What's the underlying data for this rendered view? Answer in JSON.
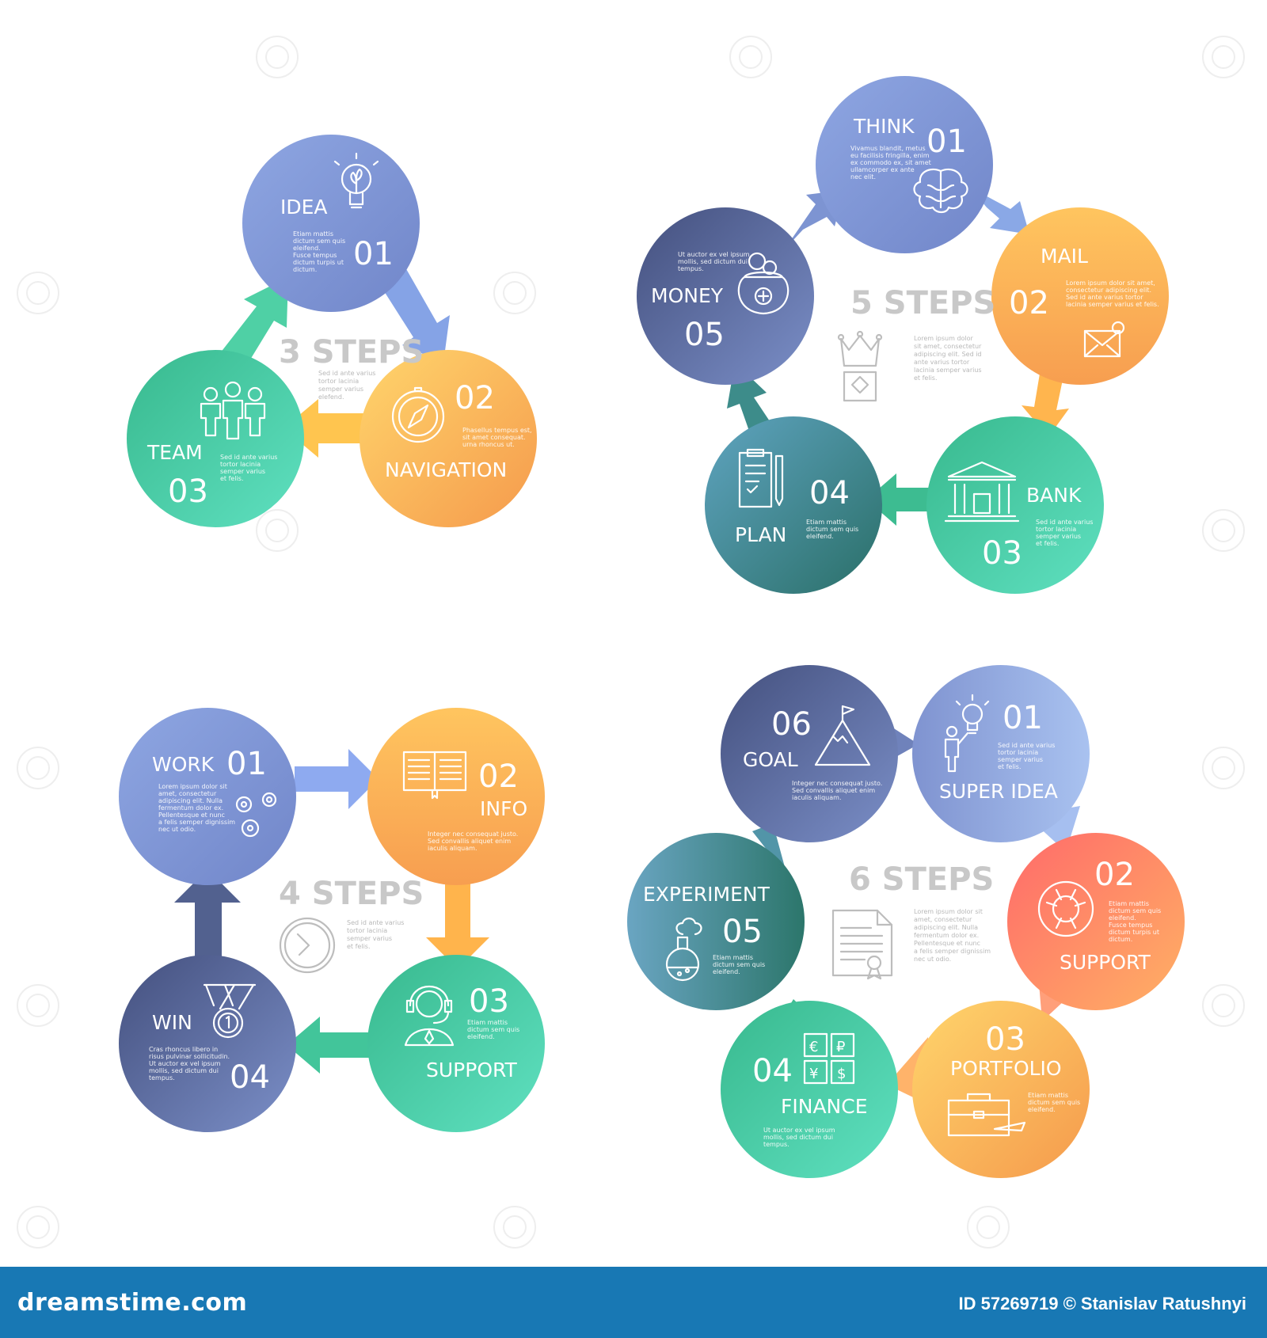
{
  "colors": {
    "blue_a": "#95ade6",
    "blue_b": "#7a8fd0",
    "orange_a": "#ffd36c",
    "orange_b": "#f7a24f",
    "green_a": "#4fd4a8",
    "green_b": "#3bb88f",
    "navy_a": "#4f5f92",
    "navy_b": "#7385bd",
    "teal_a": "#2e7d77",
    "teal_b": "#5ea3b5",
    "coral_a": "#ff6e6e",
    "coral_b": "#ffae62",
    "footer": "#1878b4"
  },
  "diagrams": {
    "three": {
      "title": "3 STEPS",
      "center_text": [
        "Sed id ante varius",
        "tortor lacinia",
        "semper varius",
        "elefend."
      ],
      "steps": [
        {
          "label": "IDEA",
          "num": "01",
          "icon": "lightbulb-plant-icon",
          "text": [
            "Etiam mattis",
            "dictum sem quis",
            "eleifend.",
            "Fusce tempus",
            "dictum turpis ut",
            "dictum."
          ]
        },
        {
          "label": "NAVIGATION",
          "num": "02",
          "icon": "compass-icon",
          "text": [
            "Phasellus tempus est,",
            "sit amet consequat.",
            "urna rhoncus ut."
          ]
        },
        {
          "label": "TEAM",
          "num": "03",
          "icon": "people-icon",
          "text": [
            "Sed id ante varius",
            "tortor lacinia",
            "semper varius",
            "et felis."
          ]
        }
      ]
    },
    "five": {
      "title": "5 STEPS",
      "center_text": [
        "Lorem ipsum dolor",
        "sit amet, consectetur",
        "adipiscing elit. Sed id",
        "ante varius tortor",
        "lacinia semper varius",
        "et felis."
      ],
      "steps": [
        {
          "label": "THINK",
          "num": "01",
          "icon": "brain-icon",
          "text": [
            "Vivamus blandit, metus",
            "eu facilisis fringilla, enim",
            "ex commodo ex, sit amet",
            "ullamcorper ex ante",
            "nec elit."
          ]
        },
        {
          "label": "MAIL",
          "num": "02",
          "icon": "envelope-icon",
          "text": [
            "Lorem ipsum dolor sit amet,",
            "consectetur adipiscing elit.",
            "Sed id ante varius tortor",
            "lacinia semper varius et felis."
          ]
        },
        {
          "label": "BANK",
          "num": "03",
          "icon": "bank-icon",
          "text": [
            "Sed id ante varius",
            "tortor lacinia",
            "semper varius",
            "et felis."
          ]
        },
        {
          "label": "PLAN",
          "num": "04",
          "icon": "clipboard-icon",
          "text": [
            "Etiam mattis",
            "dictum sem quis",
            "eleifend."
          ]
        },
        {
          "label": "MONEY",
          "num": "05",
          "icon": "purse-icon",
          "text": [
            "Ut auctor ex vel ipsum",
            "mollis, sed dictum dui",
            "tempus."
          ]
        }
      ]
    },
    "four": {
      "title": "4 STEPS",
      "center_text": [
        "Sed id ante varius",
        "tortor lacinia",
        "semper varius",
        "et felis."
      ],
      "steps": [
        {
          "label": "WORK",
          "num": "01",
          "icon": "gears-icon",
          "text": [
            "Lorem ipsum dolor sit",
            "amet, consectetur",
            "adipiscing elit. Nulla",
            "fermentum dolor ex.",
            "Pellentesque et nunc",
            "a felis semper dignissim",
            "nec ut odio."
          ]
        },
        {
          "label": "INFO",
          "num": "02",
          "icon": "book-icon",
          "text": [
            "Integer nec consequat justo.",
            "Sed convallis aliquet enim",
            "iaculis aliquam."
          ]
        },
        {
          "label": "SUPPORT",
          "num": "03",
          "icon": "headset-icon",
          "text": [
            "Etiam mattis",
            "dictum sem quis",
            "eleifend."
          ]
        },
        {
          "label": "WIN",
          "num": "04",
          "icon": "medal-icon",
          "text": [
            "Cras rhoncus libero in",
            "risus pulvinar sollicitudin.",
            "Ut auctor ex vel ipsum",
            "mollis, sed dictum dui",
            "tempus."
          ]
        }
      ]
    },
    "six": {
      "title": "6 STEPS",
      "center_text": [
        "Lorem ipsum dolor sit",
        "amet, consectetur",
        "adipiscing elit. Nulla",
        "fermentum dolor ex.",
        "Pellentesque et nunc",
        "a felis semper dignissim",
        "nec ut odio."
      ],
      "steps": [
        {
          "label": "SUPER IDEA",
          "num": "01",
          "icon": "person-lightbulb-icon",
          "text": [
            "Sed id ante varius",
            "tortor lacinia",
            "semper varius",
            "et felis."
          ]
        },
        {
          "label": "SUPPORT",
          "num": "02",
          "icon": "lifebuoy-icon",
          "text": [
            "Etiam mattis",
            "dictum sem quis",
            "eleifend.",
            "Fusce tempus",
            "dictum turpis ut",
            "dictum."
          ]
        },
        {
          "label": "PORTFOLIO",
          "num": "03",
          "icon": "briefcase-icon",
          "text": [
            "Etiam mattis",
            "dictum sem quis",
            "eleifend."
          ]
        },
        {
          "label": "FINANCE",
          "num": "04",
          "icon": "currency-icon",
          "text": [
            "Ut auctor ex vel ipsum",
            "mollis, sed dictum dui",
            "tempus."
          ]
        },
        {
          "label": "EXPERIMENT",
          "num": "05",
          "icon": "flask-icon",
          "text": [
            "Etiam mattis",
            "dictum sem quis",
            "eleifend."
          ]
        },
        {
          "label": "GOAL",
          "num": "06",
          "icon": "mountain-flag-icon",
          "text": [
            "Integer nec consequat justo.",
            "Sed convallis aliquet enim",
            "iaculis aliquam."
          ]
        }
      ]
    }
  },
  "footer": {
    "brand": "dreamstime.com",
    "id_text": "ID 57269719 © Stanislav Ratushnyi"
  }
}
